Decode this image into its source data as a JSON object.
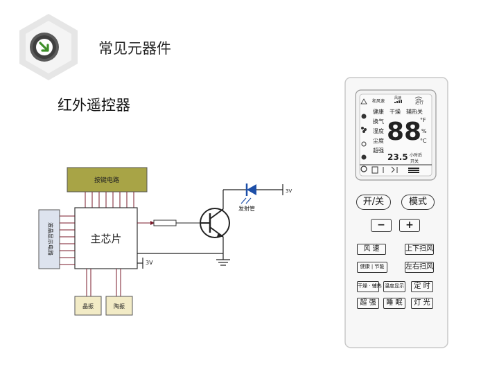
{
  "header": {
    "section_title": "常见元器件",
    "subtitle": "红外遥控器",
    "badge_icon": "arrow-down-right-icon",
    "accent": "#7a7a7a"
  },
  "circuit": {
    "keypad_label": "按键电路",
    "lcd_label": "液晶显示电路",
    "chip_label": "主芯片",
    "crystal_label": "晶振",
    "ceramic_label": "陶振",
    "emitter_label": "发射管",
    "voltage_chip": "3V",
    "voltage_led": "3V",
    "keypad_color": "#a8a446",
    "wire_color": "#7a1a2a",
    "lcd_color": "#dde3ee"
  },
  "remote": {
    "lcd": {
      "mode_label": "和风速",
      "fan_label": "风速",
      "run_label": "运行",
      "left_labels": [
        "健康",
        "换气",
        "湿度",
        "尘度",
        "超强"
      ],
      "col_labels": [
        "干燥",
        "辅热关"
      ],
      "big_digits": "88",
      "unit_f": "°F",
      "unit_pct": "%",
      "unit_c": "°C",
      "small_digits": "23.5",
      "timer_label": "小时后",
      "onoff_label": "开关"
    },
    "buttons": {
      "power": "开/关",
      "mode": "模式",
      "minus": "−",
      "plus": "+",
      "fan_speed": "风 速",
      "swing_ud": "上下扫风",
      "health_save": "健康 | 节能",
      "swing_lr": "左右扫风",
      "dry_aux": "干燥 · 辅热",
      "temp_display": "温度显示",
      "timer": "定 时",
      "turbo": "超 强",
      "sleep": "睡 眠",
      "light": "灯 光"
    }
  }
}
